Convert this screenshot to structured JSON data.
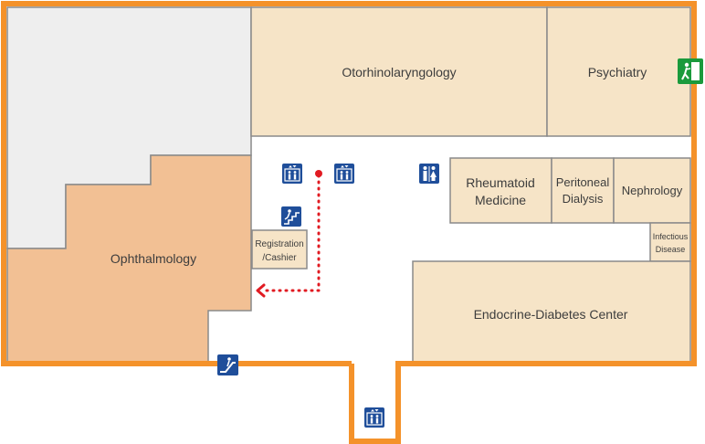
{
  "rooms": {
    "otorhinolaryngology": "Otorhinolaryngology",
    "psychiatry": "Psychiatry",
    "ophthalmology": "Ophthalmology",
    "rheumatoid_line1": "Rheumatoid",
    "rheumatoid_line2": "Medicine",
    "peritoneal_line1": "Peritoneal",
    "peritoneal_line2": "Dialysis",
    "nephrology": "Nephrology",
    "infectious_line1": "Infectious",
    "infectious_line2": "Disease",
    "registration_line1": "Registration",
    "registration_line2": "/Cashier",
    "endocrine": "Endocrine-Diabetes Center"
  },
  "icons": {
    "elevator": "elevator-icon",
    "restroom": "restroom-icon",
    "emergency_exit": "emergency-exit-icon",
    "stairs": "stairs-icon",
    "escalator": "escalator-icon"
  },
  "colors": {
    "wall": "#f4922a",
    "room_fill": "#f6e4c7",
    "ophthalmology_fill": "#f2c094",
    "unused_area": "#eeeeee",
    "room_border": "#8a8a8a",
    "icon_blue": "#1f4e9a",
    "exit_green": "#1a9a3c",
    "route_red": "#e11b22"
  }
}
